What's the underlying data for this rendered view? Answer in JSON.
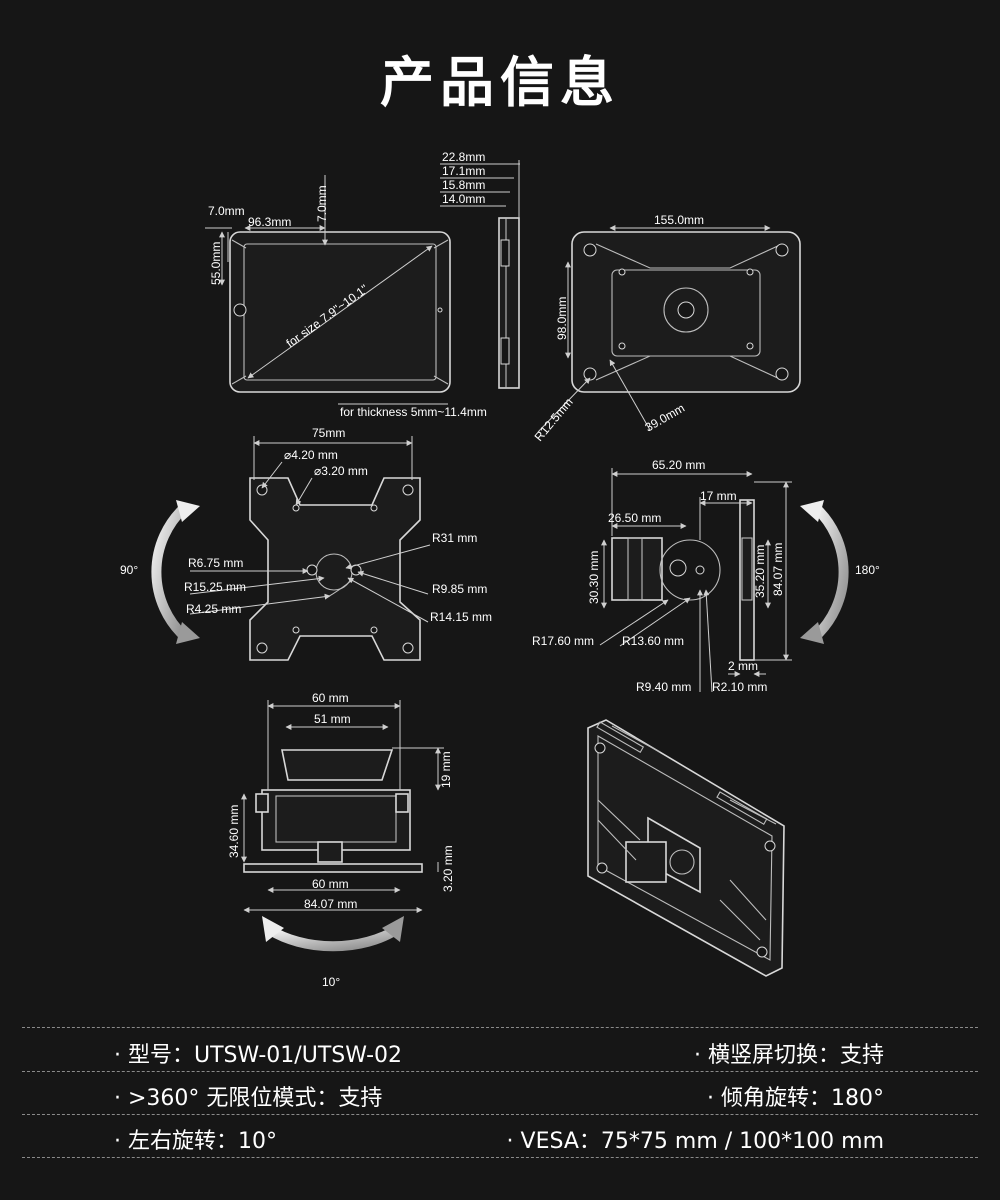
{
  "header": {
    "title": "产品信息"
  },
  "drawings": {
    "top_left": [
      "22.8mm",
      "17.1mm",
      "15.8mm",
      "14.0mm",
      "7.0mm",
      "96.3mm",
      "7.0mm",
      "55.0mm",
      "for size 7.9\"~10.1\"",
      "for thickness 5mm~11.4mm"
    ],
    "top_right": [
      "155.0mm",
      "98.0mm",
      "R12.5mm",
      "39.0mm"
    ],
    "mid_left": [
      "75mm",
      "⌀4.20 mm",
      "⌀3.20 mm",
      "R31 mm",
      "R6.75 mm",
      "R15.25 mm",
      "R9.85 mm",
      "R4.25 mm",
      "R14.15 mm",
      "90°"
    ],
    "mid_right": [
      "65.20 mm",
      "17 mm",
      "26.50 mm",
      "30.30 mm",
      "35.20 mm",
      "84.07 mm",
      "180°",
      "R17.60 mm",
      "R13.60 mm",
      "2 mm",
      "R9.40 mm",
      "R2.10 mm"
    ],
    "bottom_left": [
      "60 mm",
      "51 mm",
      "19 mm",
      "34.60 mm",
      "60 mm",
      "84.07 mm",
      "3.20 mm",
      "10°"
    ]
  },
  "specs": [
    {
      "bullet": "·",
      "text": "型号：UTSW-01/UTSW-02"
    },
    {
      "bullet": "·",
      "text": "横竖屏切换：支持"
    },
    {
      "bullet": "·",
      "text": ">360° 无限位模式：支持"
    },
    {
      "bullet": "·",
      "text": "倾角旋转：180°"
    },
    {
      "bullet": "·",
      "text": "左右旋转：10°"
    },
    {
      "bullet": "·",
      "text": "VESA：75*75 mm / 100*100 mm"
    }
  ],
  "colors": {
    "background": "#161616",
    "text": "#ffffff",
    "line": "#cfcfcf"
  }
}
